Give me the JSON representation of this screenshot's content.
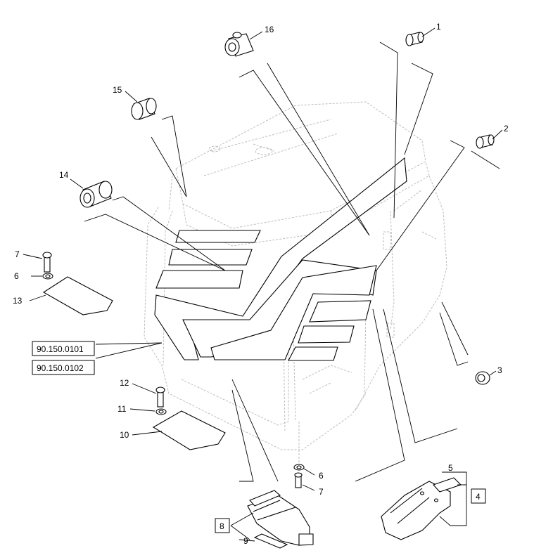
{
  "callouts": {
    "c1": "1",
    "c2": "2",
    "c3": "3",
    "c4": "4",
    "c5": "5",
    "c6a": "6",
    "c6b": "6",
    "c7a": "7",
    "c7b": "7",
    "c8": "8",
    "c9": "9",
    "c10": "10",
    "c11": "11",
    "c12": "12",
    "c13": "13",
    "c14": "14",
    "c15": "15",
    "c16": "16"
  },
  "references": {
    "ref1": "90.150.0101",
    "ref2": "90.150.0102"
  },
  "colors": {
    "line": "#000000",
    "ghost": "#bdbdbd",
    "background": "#ffffff"
  }
}
